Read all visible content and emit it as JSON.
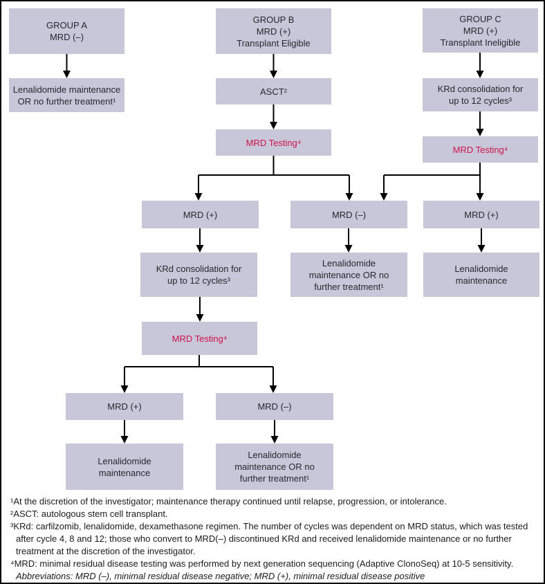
{
  "colors": {
    "background": "#ffffff",
    "box_fill": "#c8c7da",
    "box_text": "#27262e",
    "accent_red": "#ce1248",
    "line": "#000000",
    "footnote_text": "#1a1a1a"
  },
  "flowchart": {
    "nodes": {
      "group_a": "GROUP A\nMRD (–)",
      "group_b": "GROUP B\nMRD (+)\nTransplant Eligible",
      "group_c": "GROUP C\nMRD (+)\nTransplant Ineligible",
      "a_treatment": "Lenalidomide maintenance\nOR no further treatment¹",
      "b_asct": "ASCT²",
      "c_krd": "KRd consolidation for\nup to 12 cycles³",
      "b_mrd_testing": "MRD Testing⁴",
      "c_mrd_testing": "MRD Testing⁴",
      "b_mrd_pos": "MRD (+)",
      "bc_mrd_neg": "MRD (–)",
      "c_mrd_pos": "MRD (+)",
      "b_krd": "KRd consolidation for\nup to 12 cycles³",
      "bc_treatment": "Lenalidomide\nmaintenance OR no\nfurther treatment¹",
      "c_maintenance": "Lenalidomide\nmaintenance",
      "b_mrd_testing2": "MRD Testing⁴",
      "b2_mrd_pos": "MRD (+)",
      "b2_mrd_neg": "MRD (–)",
      "b2_maintenance": "Lenalidomide\nmaintenance",
      "b2_treatment": "Lenalidomide\nmaintenance OR no\nfurther treatment¹"
    },
    "edges": [
      [
        "group_a",
        "a_treatment"
      ],
      [
        "group_b",
        "b_asct"
      ],
      [
        "b_asct",
        "b_mrd_testing"
      ],
      [
        "group_c",
        "c_krd"
      ],
      [
        "c_krd",
        "c_mrd_testing"
      ],
      [
        "b_mrd_testing",
        "b_mrd_pos"
      ],
      [
        "b_mrd_testing",
        "bc_mrd_neg"
      ],
      [
        "c_mrd_testing",
        "bc_mrd_neg"
      ],
      [
        "c_mrd_testing",
        "c_mrd_pos"
      ],
      [
        "b_mrd_pos",
        "b_krd"
      ],
      [
        "bc_mrd_neg",
        "bc_treatment"
      ],
      [
        "c_mrd_pos",
        "c_maintenance"
      ],
      [
        "b_krd",
        "b_mrd_testing2"
      ],
      [
        "b_mrd_testing2",
        "b2_mrd_pos"
      ],
      [
        "b_mrd_testing2",
        "b2_mrd_neg"
      ],
      [
        "b2_mrd_pos",
        "b2_maintenance"
      ],
      [
        "b2_mrd_neg",
        "b2_treatment"
      ]
    ]
  },
  "footnotes": {
    "lines": [
      "¹At the discretion of the investigator; maintenance therapy continued until relapse, progression, or intolerance.",
      "²ASCT: autologous stem cell transplant.",
      "³KRd: carfilzomib, lenalidomide, dexamethasone regimen. The number of cycles was dependent on MRD status, which was tested",
      "after cycle 4, 8 and 12; those who convert to MRD(–) discontinued KRd and received lenalidomide maintenance or no further",
      "treatment at the discretion of the investigator.",
      "⁴MRD: minimal residual disease testing was performed by next generation sequencing (Adaptive ClonoSeq) at 10-5 sensitivity.",
      "Abbreviations: MRD (–), minimal residual disease negative; MRD (+), minimal residual disease positive"
    ]
  }
}
